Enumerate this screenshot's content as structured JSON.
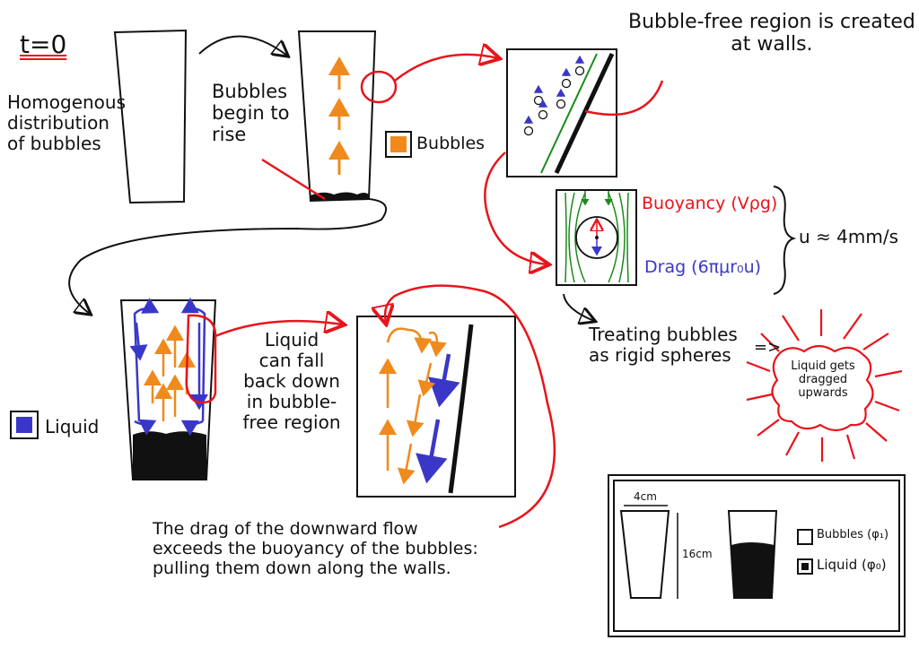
{
  "labels": {
    "t0": "t=0",
    "homogenous": "Homogenous\ndistribution\nof bubbles",
    "bubbles_rise": "Bubbles\nbegin to\nrise",
    "legend_bubbles": "Bubbles",
    "legend_liquid": "Liquid",
    "bubble_free": "Bubble-free region is created\nat walls.",
    "buoyancy": "Buoyancy (Vρg)",
    "drag": "Drag (6πμr₀u)",
    "velocity": "u ≈ 4mm/s",
    "rigid_spheres": "Treating bubbles\nas rigid spheres",
    "implies": "=>",
    "liquid_dragged": "Liquid gets\ndragged\nupwards",
    "liquid_fall": "Liquid\ncan fall\nback down\nin bubble-\nfree region",
    "drag_exceeds": "The drag of the downward flow\nexceeds the buoyancy of the bubbles:\npulling them down along the walls.",
    "dim_width": "4cm",
    "dim_height": "16cm",
    "inset_bubbles": "Bubbles (φ₁)",
    "inset_liquid": "Liquid (φ₀)"
  },
  "colors": {
    "bubbles": "#f08a1c",
    "liquid": "#3a37c8",
    "annotation": "#e8141b",
    "streamlines": "#1a8a1a",
    "ink": "#111111"
  }
}
